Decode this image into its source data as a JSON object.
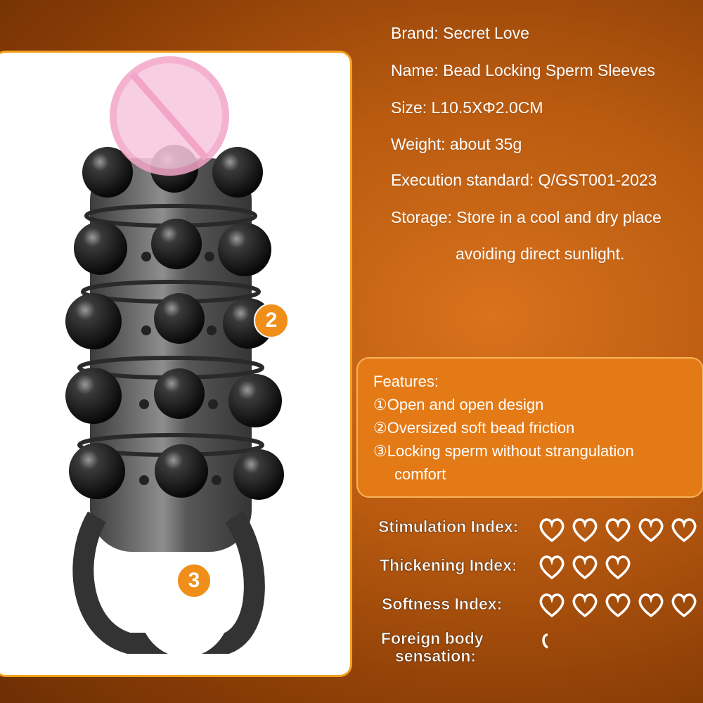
{
  "specs": {
    "brand": "Brand: Secret Love",
    "name": "Name: Bead Locking Sperm Sleeves",
    "size": "Size: L10.5XΦ2.0CM",
    "weight": "Weight: about 35g",
    "standard": "Execution standard: Q/GST001-2023",
    "storage_line1": "Storage: Store in a cool and dry place",
    "storage_line2": "avoiding direct sunlight."
  },
  "features": {
    "heading": "Features:",
    "item1": "①Open and open design",
    "item2": "②Oversized soft bead friction",
    "item3": "③Locking sperm without strangulation",
    "item3_cont": "comfort"
  },
  "indices": {
    "stimulation": {
      "label": "Stimulation Index:",
      "hearts": 5
    },
    "thickening": {
      "label": "Thickening Index:",
      "hearts": 3
    },
    "softness": {
      "label": "Softness Index:",
      "hearts": 5
    },
    "foreign_body": {
      "label_line1": "Foreign body",
      "label_line2": "sensation:",
      "hearts": 0.3
    }
  },
  "badges": {
    "two": "2",
    "three": "3"
  },
  "icons": {
    "heart": "heart-outline-icon",
    "censor": "prohibited-circle-icon"
  },
  "colors": {
    "accent": "#f4a21e",
    "feature_bg": "#e47a16",
    "censor_pink": "#f2a5c8"
  }
}
